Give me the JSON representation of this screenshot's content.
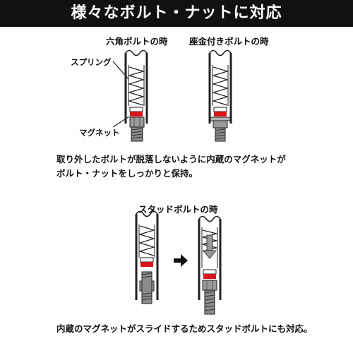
{
  "header": {
    "title": "様々なボルト・ナットに対応"
  },
  "section_top": {
    "label_hex": "六角ボルトの時",
    "label_flange": "座金付きボルトの時",
    "callout_spring": "スプリング",
    "callout_magnet": "マグネット",
    "description_line1": "取り外したボルトが脱落しないように内蔵のマグネットが",
    "description_line2": "ボルト・ナットをしっかりと保持。"
  },
  "section_bottom": {
    "label_stud": "スタッドボルトの時",
    "description": "内蔵のマグネットがスライドするためスタッドボルトにも対応。"
  },
  "colors": {
    "banner": "#111111",
    "magnet_red": "#d9141b",
    "outline": "#222222"
  },
  "icons": [
    "spring",
    "magnet",
    "bolt",
    "arrow-right",
    "arrow-down"
  ]
}
